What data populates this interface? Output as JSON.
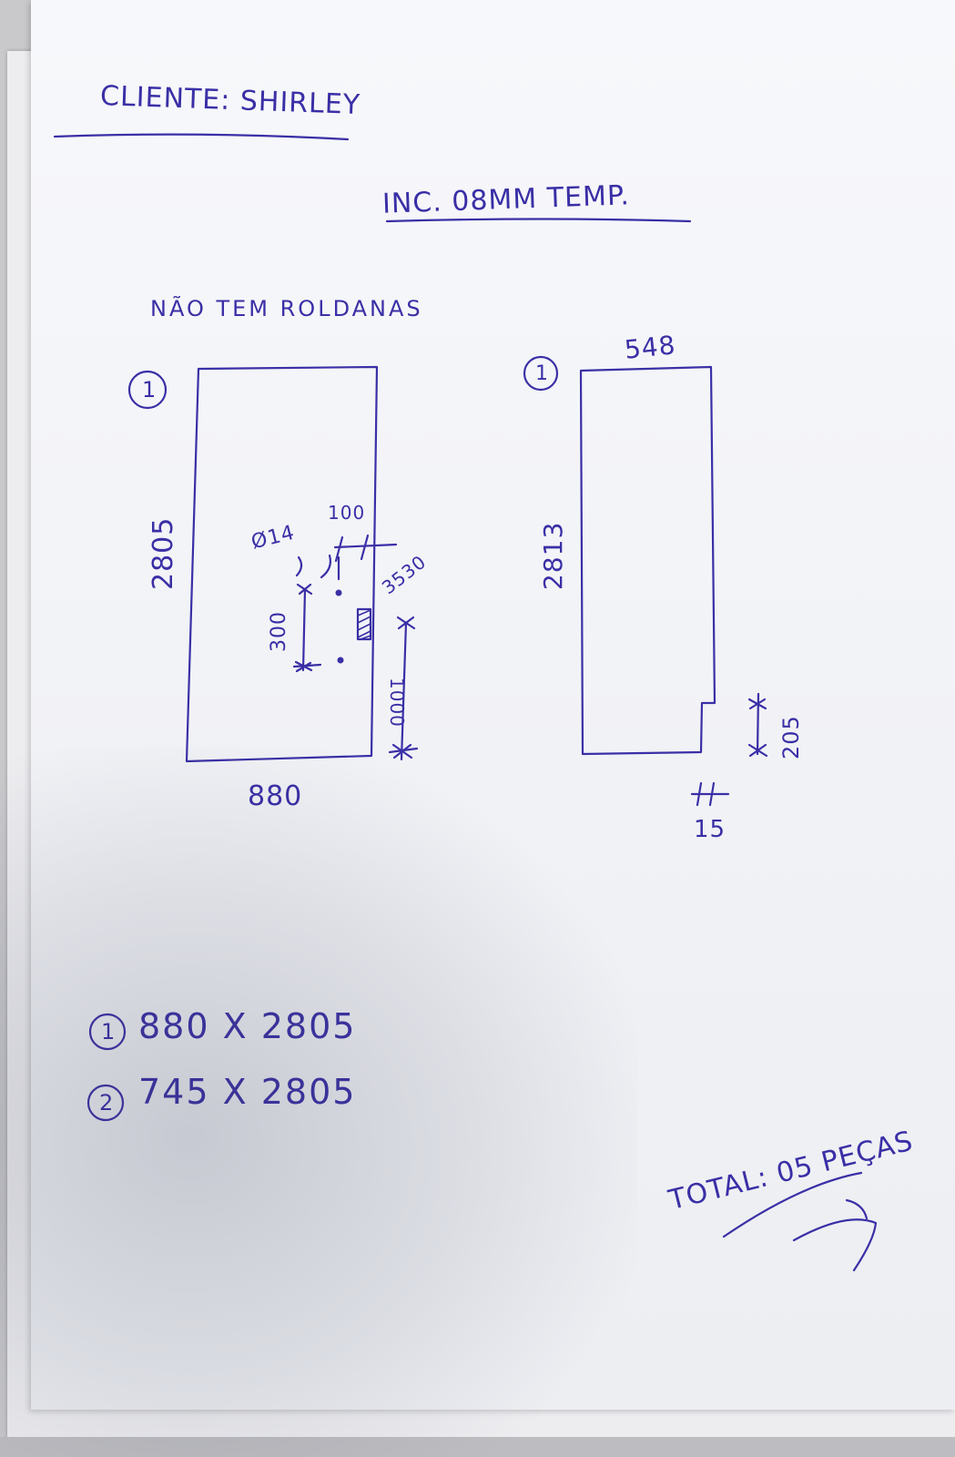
{
  "header": {
    "client": "CLIENTE: SHIRLEY",
    "spec": "INC. 08MM TEMP."
  },
  "notes": {
    "no_rollers": "NÃO TEM ROLDANAS"
  },
  "piece_a": {
    "marker": "1",
    "height": "2805",
    "width": "880",
    "hole_diameter": "Ø14",
    "dim_100": "100",
    "dim_300": "300",
    "dim_3530": "3530",
    "dim_1000": "1000"
  },
  "piece_b": {
    "marker": "1",
    "top_width": "548",
    "height": "2813",
    "notch_height": "205",
    "notch_width": "15"
  },
  "summary": [
    {
      "marker": "1",
      "text": "880 X 2805"
    },
    {
      "marker": "2",
      "text": "745 X 2805"
    }
  ],
  "total": "TOTAL: 05 PEÇAS",
  "ink_color": "#3a2fa6"
}
